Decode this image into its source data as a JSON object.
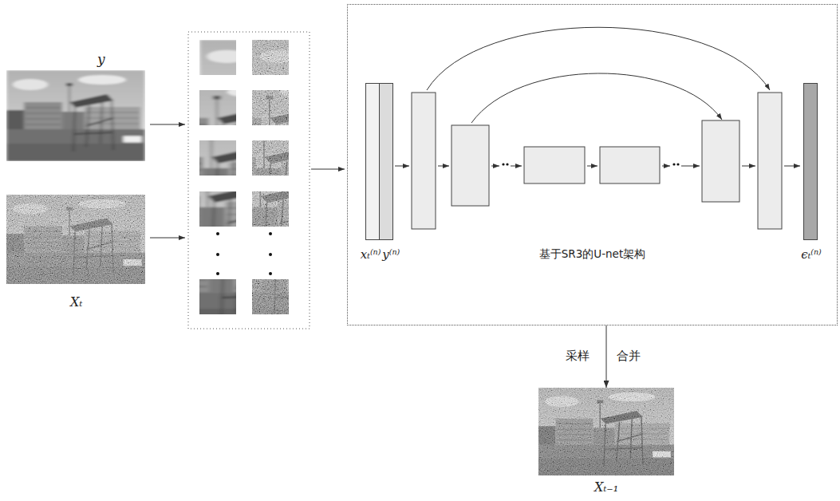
{
  "diagram": {
    "nodes": [
      {
        "text": [
          "y"
        ]
      },
      {
        "text": [
          "Xₜ"
        ]
      },
      {
        "text": [
          "基于SR3的U-net架构"
        ]
      },
      {
        "text": [
          "xₜ⁽ⁿ⁾",
          "y⁽ⁿ⁾"
        ],
        "in": 2
      },
      {
        "text": [
          "ϵₜ⁽ⁿ⁾"
        ],
        "in": 2
      },
      {
        "text": [
          "Xₜ₋₁"
        ]
      }
    ],
    "edges": [
      {
        "from": 2,
        "to": 5,
        "arrow": "to"
      }
    ],
    "labels": [
      "采样",
      "合并"
    ]
  }
}
